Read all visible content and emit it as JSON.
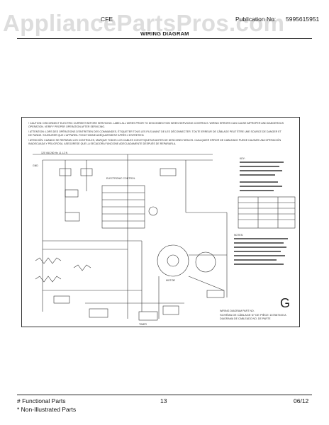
{
  "watermark": "AppliancePartsPros.com",
  "header": {
    "left": "CFE",
    "middle": "Publication No:",
    "right": "5995615951"
  },
  "title": "WIRING DIAGRAM",
  "warnings": [
    "! CAUTION: DISCONNECT ELECTRIC CURRENT BEFORE SERVICING. LABEL ALL WIRES PRIOR TO DISCONNECTION WHEN SERVICING CONTROLS. WIRING ERRORS CAN CAUSE IMPROPER AND DANGEROUS OPERATION. VERIFY PROPER OPERATION AFTER SERVICING.",
    "! ATTENTION: LORS DES OPÉRATIONS D'ENTRETIEN DES COMMANDES, ÉTIQUETER TOUS LES FILS AVANT DE LES DÉCONNECTER. TOUTE ERREUR DE CÂBLAGE PEUT ÊTRE UNE SOURCE DE DANGER ET DE PANNE. S'ASSURER QUE L'APPAREIL FONCTIONNE ADÉQUATEMENT APRÈS L'ENTRETIEN.",
    "! ATENCIÓN: CUANDO SE REPARAN LOS CONTROLES, MARQUE TODOS LOS CABLES CON ETIQUETAS ANTES DE DESCONECTARLOS. CUALQUIER ERROR DE CABLEADO PUEDE CAUSAR UNA OPERACIÓN INADECUADA Y PELIGROSA. ASEGÚRESE QUE LA SECADORA FUNCIONE ADECUADAMENTE DESPUÉS DE REPARARLA."
  ],
  "diagram": {
    "supply_label": "120 VAC/60 Hz L1 L2  N",
    "ground_label": "GND",
    "page_letter": "G",
    "part_number_line1": "WIRING DIAGRAM PART NO.",
    "part_number_line2": "SCHÉMA DE CÂBLAGE N° DE PIÈCE  137567400  A",
    "part_number_line3": "DIAGRAMA DE CABLEADO NO. DE PARTE",
    "key_note": "KEY:",
    "notes_title": "NOTES:",
    "motor_label": "MOTOR",
    "timer_label": "TIMER",
    "control_label": "ELECTRONIC CONTROL"
  },
  "footer": {
    "functional": "# Functional Parts",
    "non_illustrated": "* Non-Illustrated Parts",
    "page": "13",
    "date": "06/12"
  }
}
